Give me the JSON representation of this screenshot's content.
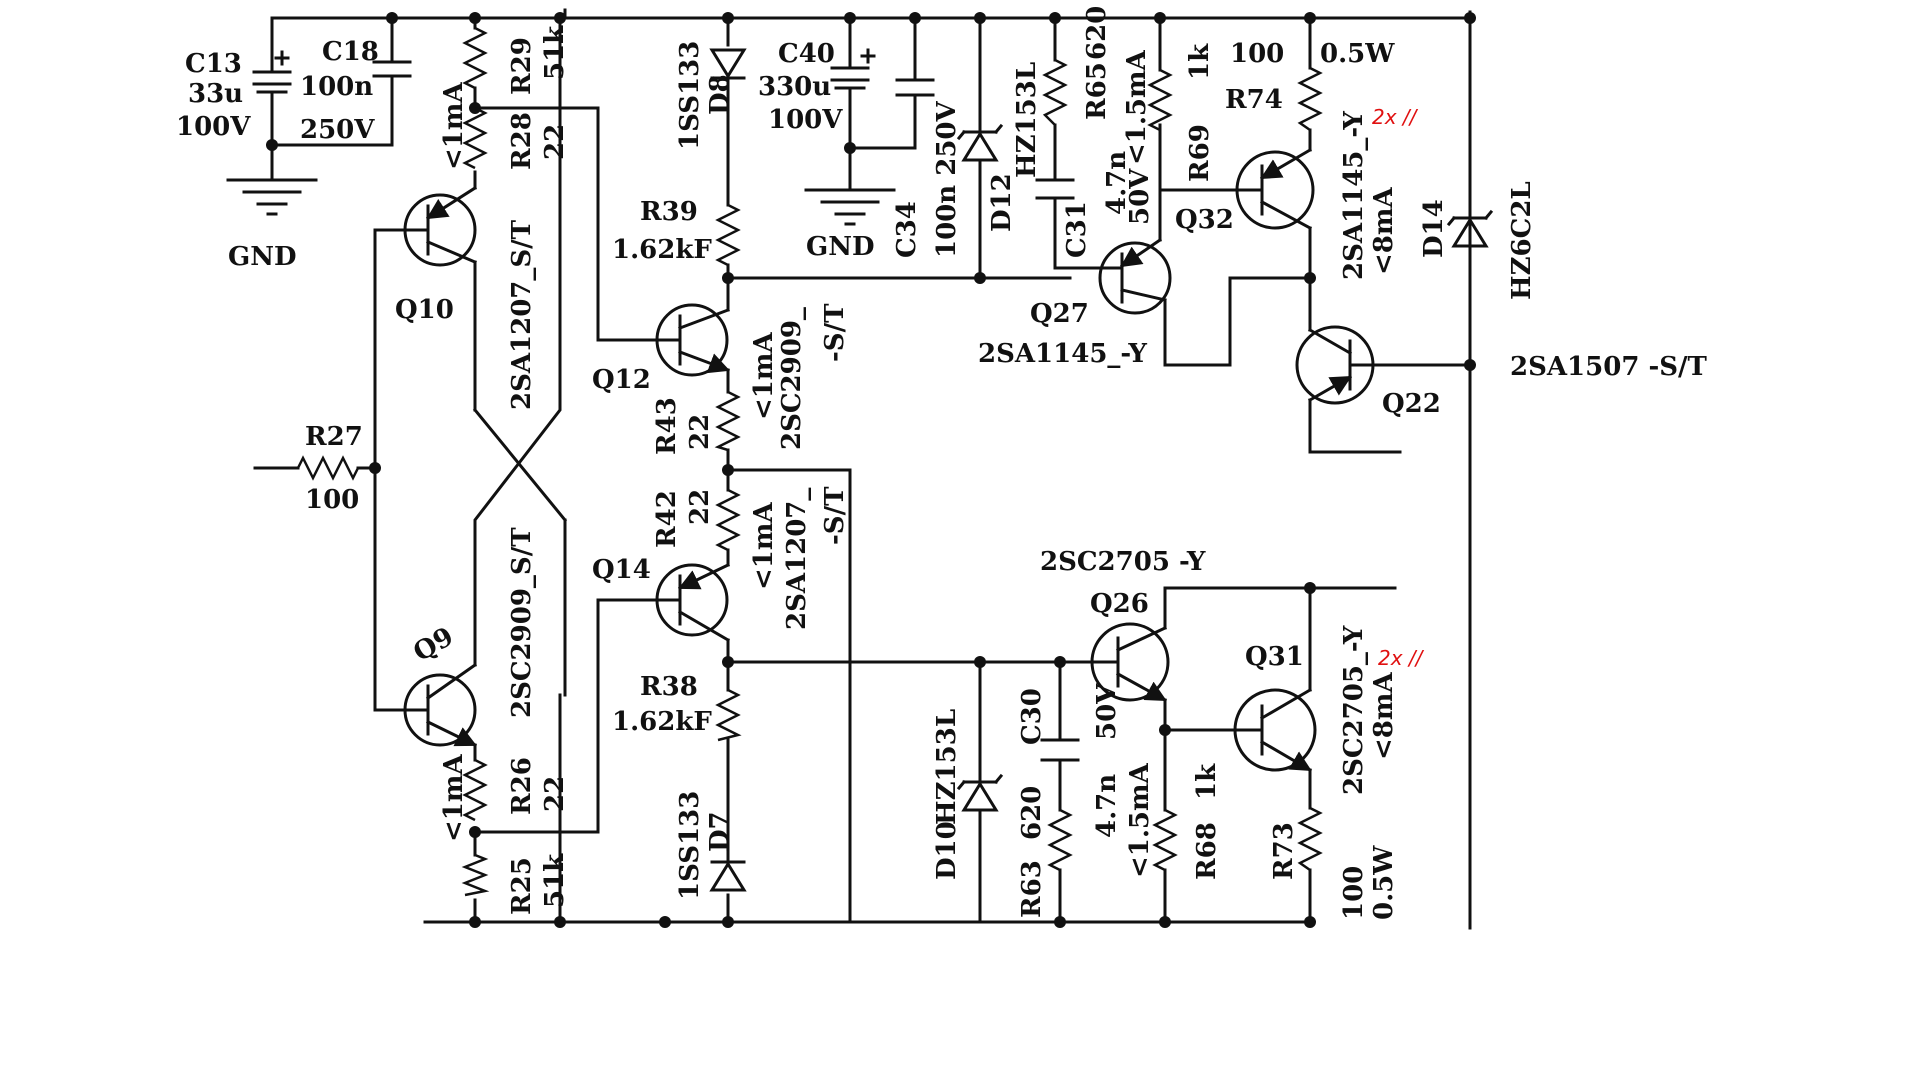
{
  "colors": {
    "ink": "#111111",
    "note": "#e01010",
    "background": "#ffffff"
  },
  "caps": {
    "c13": {
      "ref": "C13",
      "value": "33u",
      "voltage": "100V"
    },
    "c18": {
      "ref": "C18",
      "value": "100n",
      "voltage": "250V"
    },
    "c40": {
      "ref": "C40",
      "value": "330u",
      "voltage": "100V"
    },
    "c34": {
      "ref": "C34",
      "value": "100n 250V"
    },
    "c31": {
      "ref": "C31",
      "value": "4.7n",
      "voltage": "50V"
    },
    "c30": {
      "ref": "C30",
      "value": "4.7n",
      "voltage": "50V"
    }
  },
  "resistors": {
    "r29": {
      "ref": "R29",
      "value": "51k"
    },
    "r28": {
      "ref": "R28",
      "value": "22",
      "current": "<1mA"
    },
    "r27": {
      "ref": "R27",
      "value": "100"
    },
    "r26": {
      "ref": "R26",
      "value": "22",
      "current": "<1mA"
    },
    "r25": {
      "ref": "R25",
      "value": "51k"
    },
    "r39": {
      "ref": "R39",
      "value": "1.62kF"
    },
    "r43": {
      "ref": "R43",
      "value": "22",
      "current": "<1mA"
    },
    "r42": {
      "ref": "R42",
      "value": "22",
      "current": "<1mA"
    },
    "r38": {
      "ref": "R38",
      "value": "1.62kF"
    },
    "r65": {
      "ref": "R65",
      "value": "620",
      "current": "<1.5mA"
    },
    "r69": {
      "ref": "R69",
      "value": "1k"
    },
    "r74": {
      "ref": "R74",
      "value": "100",
      "power": "0.5W"
    },
    "r63": {
      "ref": "R63",
      "value": "620",
      "current": "<1.5mA"
    },
    "r68": {
      "ref": "R68",
      "value": "1k"
    },
    "r73": {
      "ref": "R73",
      "value": "100",
      "power": "0.5W"
    }
  },
  "diodes": {
    "d8": {
      "ref": "D8",
      "part": "1SS133"
    },
    "d7": {
      "ref": "D7",
      "part": "1SS133"
    },
    "d12": {
      "ref": "D12",
      "part": "HZ153L"
    },
    "d10": {
      "ref": "D10",
      "part": "HZ153L"
    },
    "d14": {
      "ref": "D14",
      "part": "HZ6C2L"
    }
  },
  "transistors": {
    "q10": {
      "ref": "Q10",
      "part": "2SA1207_S/T"
    },
    "q9": {
      "ref": "Q9",
      "part": "2SC2909_S/T"
    },
    "q12": {
      "ref": "Q12",
      "part": "2SC2909_",
      "suffix": "-S/T"
    },
    "q14": {
      "ref": "Q14",
      "part": "2SA1207_",
      "suffix": "-S/T"
    },
    "q27": {
      "ref": "Q27",
      "part": "2SA1145_-Y"
    },
    "q32": {
      "ref": "Q32",
      "part": "2SA1145_-Y",
      "current": "<8mA"
    },
    "q22": {
      "ref": "Q22",
      "part": "2SA1507 -S/T"
    },
    "q26": {
      "ref": "Q26",
      "part": "2SC2705  -Y"
    },
    "q31": {
      "ref": "Q31",
      "part": "2SC2705_-Y",
      "current": "<8mA"
    }
  },
  "ground_labels": {
    "left": "GND",
    "mid": "GND"
  },
  "annotations": {
    "parallel_top": "2x //",
    "parallel_bottom": "2x //"
  }
}
